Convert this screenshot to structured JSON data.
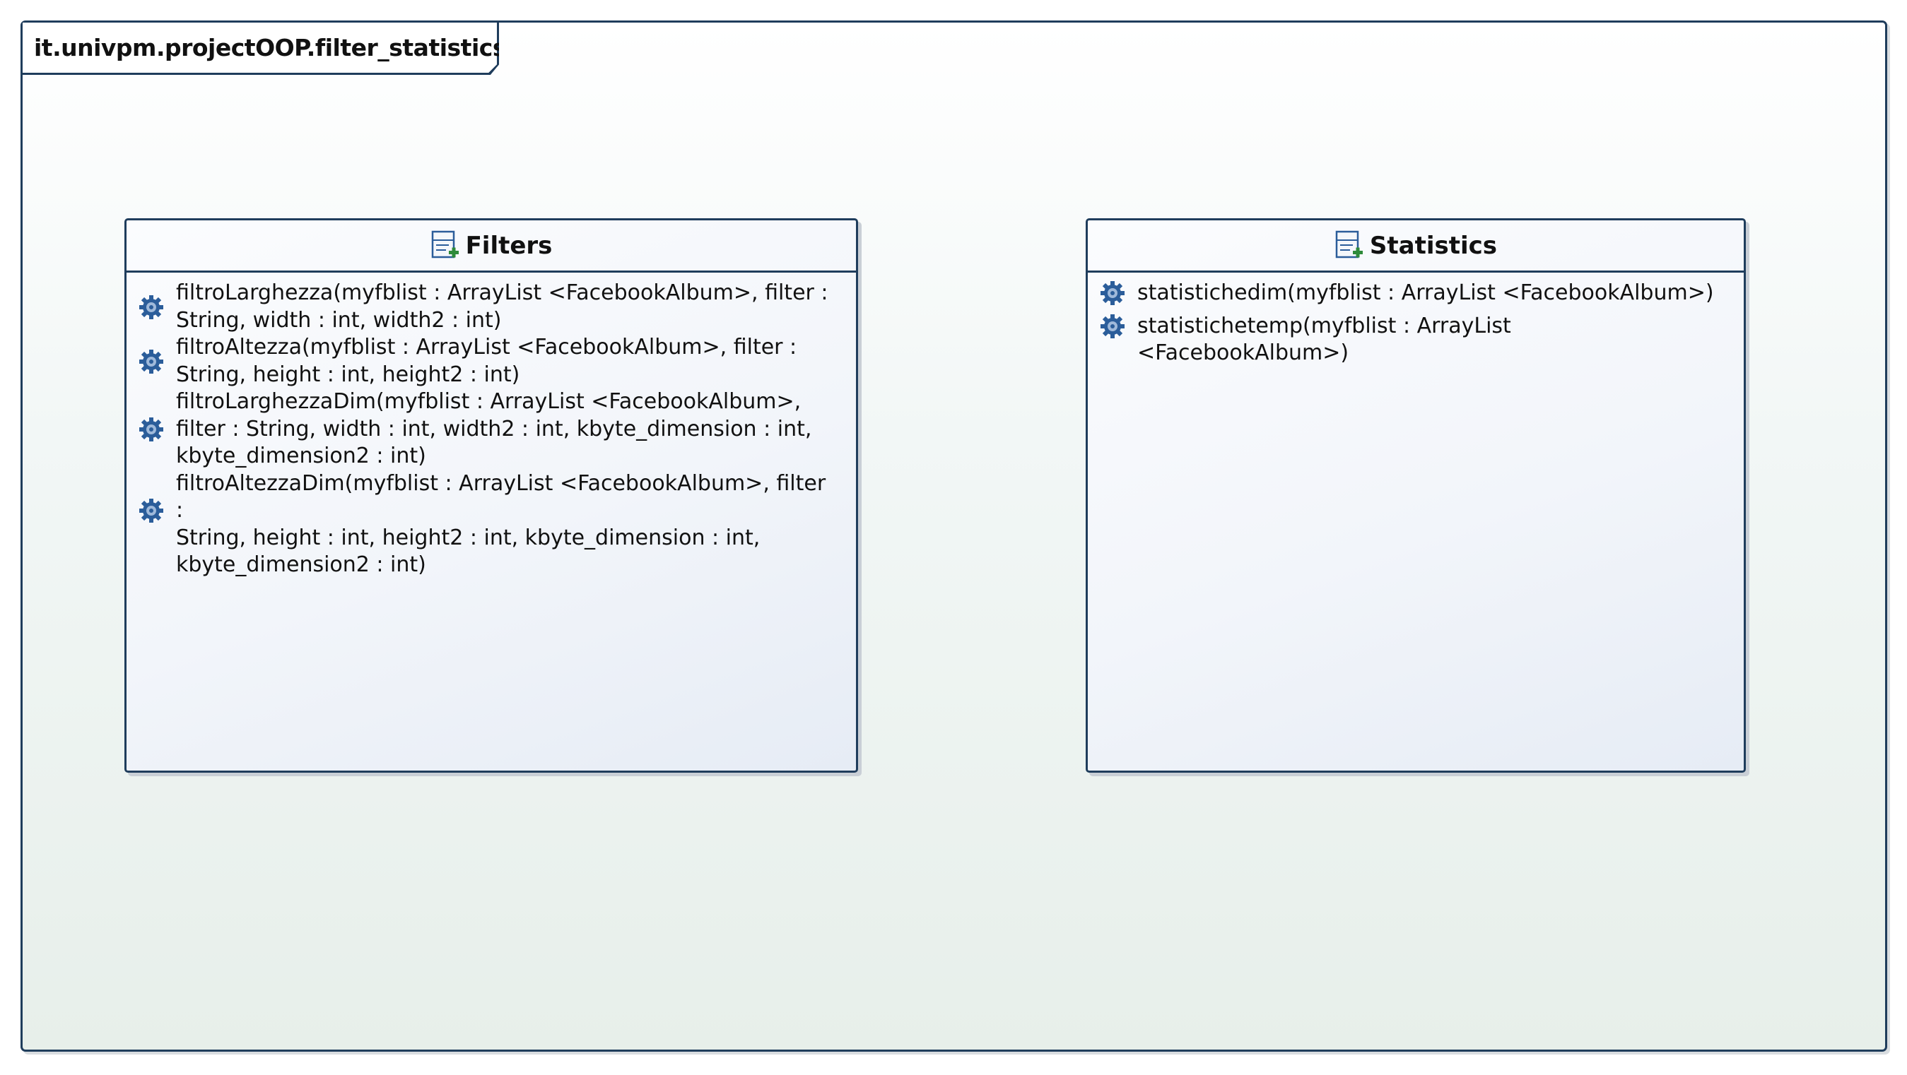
{
  "package": {
    "name": "it.univpm.projectOOP.filter_statistics",
    "icon": "package-folder-icon"
  },
  "classes": [
    {
      "name": "Filters",
      "icon": "class-add-icon",
      "operations": [
        {
          "lines": [
            "filtroLarghezza(myfblist : ArrayList <FacebookAlbum>, filter :",
            "String, width : int, width2 : int)"
          ]
        },
        {
          "lines": [
            "filtroAltezza(myfblist : ArrayList <FacebookAlbum>, filter :",
            "String, height : int, height2 : int)"
          ]
        },
        {
          "lines": [
            "filtroLarghezzaDim(myfblist : ArrayList <FacebookAlbum>,",
            "filter : String, width : int, width2 : int, kbyte_dimension : int,",
            "kbyte_dimension2 : int)"
          ]
        },
        {
          "lines": [
            "filtroAltezzaDim(myfblist : ArrayList <FacebookAlbum>, filter :",
            "String, height : int, height2 : int, kbyte_dimension : int,",
            "kbyte_dimension2 : int)"
          ]
        }
      ]
    },
    {
      "name": "Statistics",
      "icon": "class-add-icon",
      "operations": [
        {
          "lines": [
            "statistichedim(myfblist : ArrayList <FacebookAlbum>)"
          ]
        },
        {
          "lines": [
            "statistichetemp(myfblist : ArrayList <FacebookAlbum>)"
          ]
        }
      ]
    }
  ],
  "colors": {
    "border": "#1f3d5c",
    "gear": "#2b5d9a",
    "plus": "#2e8b3a"
  }
}
